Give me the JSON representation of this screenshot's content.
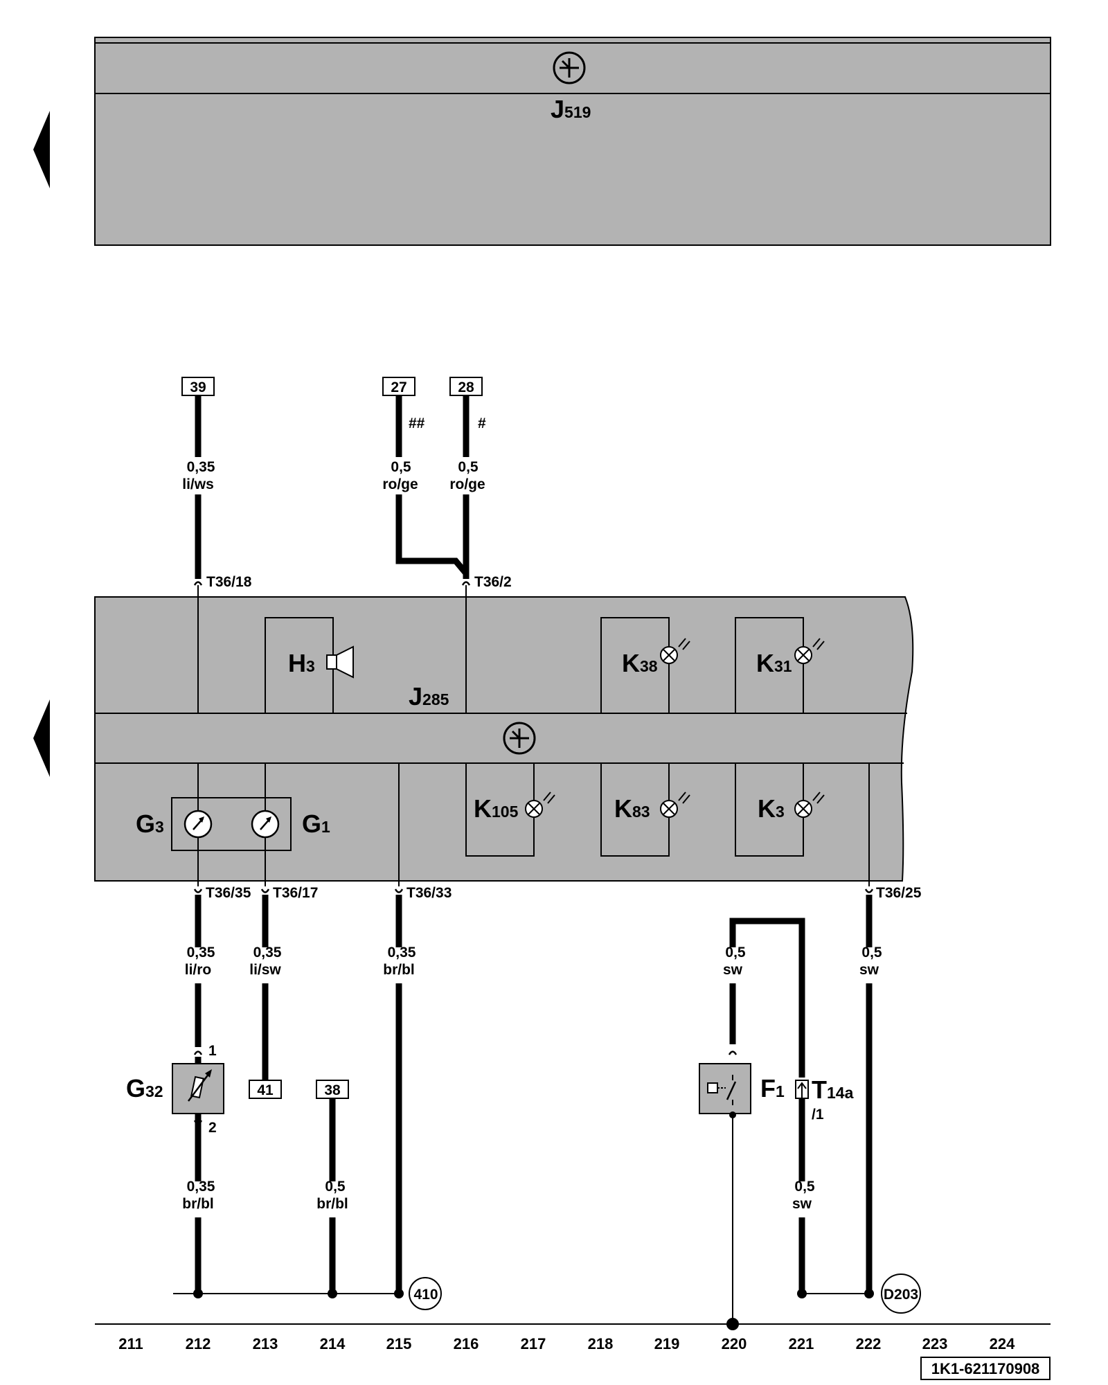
{
  "diagram": {
    "top_unit": {
      "id": "J",
      "sub": "519"
    },
    "cluster": {
      "id": "J",
      "sub": "285"
    },
    "components": [
      {
        "key": "h3",
        "id": "H",
        "sub": "3"
      },
      {
        "key": "k38",
        "id": "K",
        "sub": "38"
      },
      {
        "key": "k31",
        "id": "K",
        "sub": "31"
      },
      {
        "key": "g3",
        "id": "G",
        "sub": "3"
      },
      {
        "key": "g1",
        "id": "G",
        "sub": "1"
      },
      {
        "key": "k105",
        "id": "K",
        "sub": "105"
      },
      {
        "key": "k83",
        "id": "K",
        "sub": "83"
      },
      {
        "key": "k3",
        "id": "K",
        "sub": "3"
      },
      {
        "key": "g32",
        "id": "G",
        "sub": "32"
      },
      {
        "key": "f1",
        "id": "F",
        "sub": "1"
      },
      {
        "key": "t14a",
        "id": "T",
        "sub": "14a",
        "pin": "/1"
      }
    ],
    "ref_boxes": [
      {
        "key": "b39",
        "label": "39"
      },
      {
        "key": "b27",
        "label": "27"
      },
      {
        "key": "b28",
        "label": "28"
      },
      {
        "key": "b41",
        "label": "41"
      },
      {
        "key": "b38",
        "label": "38"
      }
    ],
    "marks": {
      "m27": "##",
      "m28": "#"
    },
    "connectors": {
      "c18": "T36/18",
      "c2": "T36/2",
      "c35": "T36/35",
      "c17": "T36/17",
      "c33": "T36/33",
      "c25": "T36/25"
    },
    "pins": {
      "g32_1": "1",
      "g32_2": "2"
    },
    "wires": [
      {
        "key": "w39",
        "size": "0,35",
        "color": "li/ws"
      },
      {
        "key": "w27",
        "size": "0,5",
        "color": "ro/ge"
      },
      {
        "key": "w28",
        "size": "0,5",
        "color": "ro/ge"
      },
      {
        "key": "w35",
        "size": "0,35",
        "color": "li/ro"
      },
      {
        "key": "w17",
        "size": "0,35",
        "color": "li/sw"
      },
      {
        "key": "w33",
        "size": "0,35",
        "color": "br/bl"
      },
      {
        "key": "wf1",
        "size": "0,5",
        "color": "sw"
      },
      {
        "key": "w25",
        "size": "0,5",
        "color": "sw"
      },
      {
        "key": "wg32",
        "size": "0,35",
        "color": "br/bl"
      },
      {
        "key": "wb38",
        "size": "0,5",
        "color": "br/bl"
      },
      {
        "key": "wt14",
        "size": "0,5",
        "color": "sw"
      }
    ],
    "grounds": {
      "g410": "410",
      "gd203": "D203"
    },
    "columns": [
      "211",
      "212",
      "213",
      "214",
      "215",
      "216",
      "217",
      "218",
      "219",
      "220",
      "221",
      "222",
      "223",
      "224"
    ],
    "doc_number": "1K1-621170908"
  }
}
